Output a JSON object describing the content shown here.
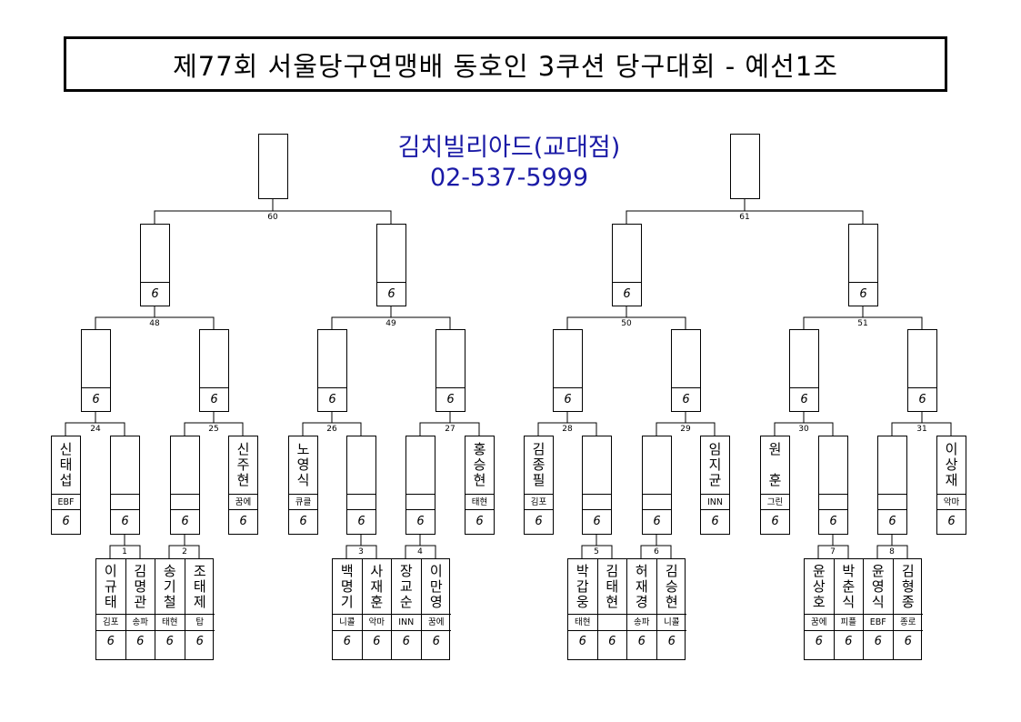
{
  "title": "제77회 서울당구연맹배 동호인 3쿠션 당구대회 - 예선1조",
  "venue": {
    "name": "김치빌리아드(교대점)",
    "phone": "02-537-5999"
  },
  "score_mark": "6",
  "match_numbers": {
    "m60": "60",
    "m61": "61",
    "m48": "48",
    "m49": "49",
    "m50": "50",
    "m51": "51",
    "m24": "24",
    "m25": "25",
    "m26": "26",
    "m27": "27",
    "m28": "28",
    "m29": "29",
    "m30": "30",
    "m31": "31",
    "m1": "1",
    "m2": "2",
    "m3": "3",
    "m4": "4",
    "m5": "5",
    "m6": "6",
    "m7": "7",
    "m8": "8"
  },
  "seeded": [
    {
      "name": "신태섭",
      "club": "EBF"
    },
    {
      "name": "신주현",
      "club": "꿈에"
    },
    {
      "name": "노영식",
      "club": "큐클"
    },
    {
      "name": "홍승현",
      "club": "태현"
    },
    {
      "name": "김종필",
      "club": "김포"
    },
    {
      "name": "임지균",
      "club": "INN"
    },
    {
      "name": "원 훈",
      "club": "그린"
    },
    {
      "name": "이상재",
      "club": "악마"
    }
  ],
  "prelim": [
    {
      "name": "이규태",
      "club": "김포"
    },
    {
      "name": "김명관",
      "club": "송파"
    },
    {
      "name": "송기철",
      "club": "태현"
    },
    {
      "name": "조태제",
      "club": "탑"
    },
    {
      "name": "백명기",
      "club": "니콜"
    },
    {
      "name": "사재훈",
      "club": "악마"
    },
    {
      "name": "장교순",
      "club": "INN"
    },
    {
      "name": "이만영",
      "club": "꿈에"
    },
    {
      "name": "박갑웅",
      "club": "태현"
    },
    {
      "name": "김태현",
      "club": ""
    },
    {
      "name": "허재경",
      "club": "송파"
    },
    {
      "name": "김승현",
      "club": "니콜"
    },
    {
      "name": "윤상호",
      "club": "꿈에"
    },
    {
      "name": "박춘식",
      "club": "피플"
    },
    {
      "name": "윤영식",
      "club": "EBF"
    },
    {
      "name": "김형종",
      "club": "종로"
    }
  ]
}
